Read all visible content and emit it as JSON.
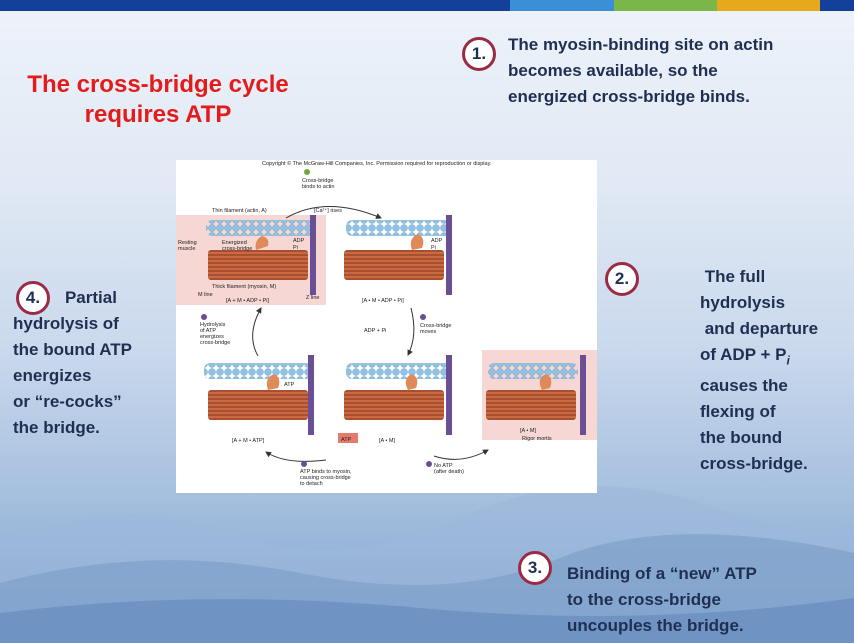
{
  "topbar_colors": [
    "#13409a",
    "#3a8fd6",
    "#7ab648",
    "#e6a81d",
    "#13409a"
  ],
  "title": {
    "line1": "The cross-bridge cycle",
    "line2": "requires ATP"
  },
  "steps": [
    {
      "num": "1.",
      "text": "The myosin-binding site on actin\nbecomes available, so the\nenergized cross-bridge binds."
    },
    {
      "num": "2.",
      "text_lines": [
        " The full",
        "hydrolysis",
        " and departure",
        "of ADP + P",
        "causes the",
        "flexing of",
        "the bound",
        "cross-bridge."
      ],
      "subscript": "i"
    },
    {
      "num": "3.",
      "text": "Binding of a “new” ATP\nto the cross-bridge\nuncouples the bridge."
    },
    {
      "num": "4.",
      "text": "Partial\nhydrolysis of\nthe bound ATP\nenergizes\nor “re-cocks”\nthe bridge."
    }
  ],
  "figure": {
    "copyright": "Copyright © The McGraw-Hill Companies, Inc. Permission required for reproduction or display.",
    "step1_label": "Cross-bridge\nbinds to actin",
    "thin_filament": "Thin filament (actin, A)",
    "ca_rises": "[Ca²⁺] rises",
    "resting_muscle": "Resting\nmuscle",
    "energized": "Energized\ncross-bridge",
    "adp": "ADP",
    "pi": "Pi",
    "thick_filament": "Thick filament (myosin, M)",
    "m_line": "M line",
    "z_line": "Z line",
    "state_amadppi_left": "[A + M • ADP • Pi]",
    "state_amadppi_right": "[A • M • ADP • Pi]",
    "adp_pi": "ADP + Pi",
    "step2_label": "Cross-bridge\nmoves",
    "step4_label": "Hydrolysis\nof ATP\nenergizes\ncross-bridge",
    "atp": "ATP",
    "state_amatp": "[A + M • ATP]",
    "state_am": "[A • M]",
    "state_am_rigor": "[A • M]",
    "rigor_mortis": "Rigor mortis",
    "step3_label": "ATP binds to myosin,\ncausing cross-bridge\nto detach",
    "no_atp": "No ATP\n(after death)"
  },
  "colors": {
    "title_red": "#e31b1b",
    "text_navy": "#1f2f52",
    "badge_ring": "#9b2b45",
    "pink_box": "#f6d7d3",
    "myosin": "#b85b3c",
    "z_line": "#6a4f95"
  }
}
